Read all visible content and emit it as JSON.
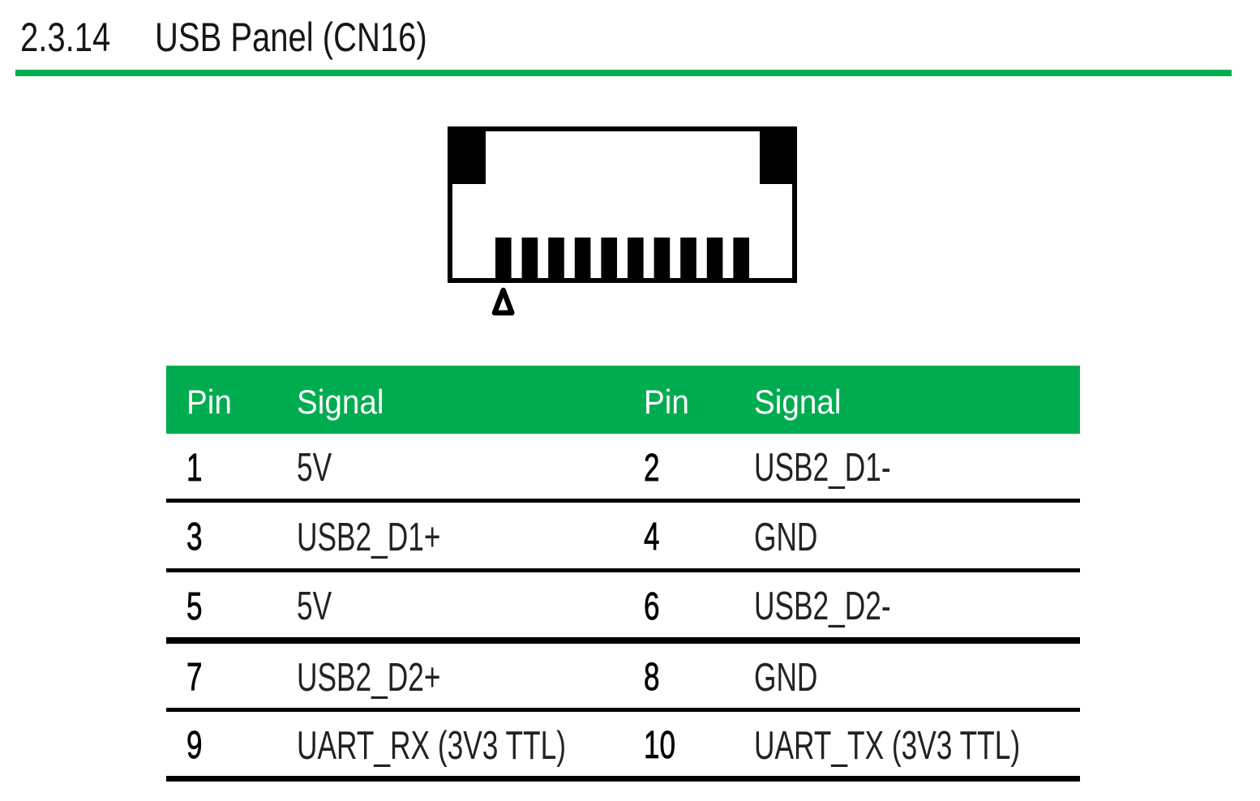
{
  "page": {
    "section_number": "2.3.14",
    "section_title": "USB Panel (CN16)"
  },
  "colors": {
    "accent_green": "#00AC50",
    "line_black": "#000000",
    "header_text": "#ffffff",
    "body_text": "#222222"
  },
  "connector_figure": {
    "name": "usb-panel-connector-drawing",
    "pin_count": 10,
    "orientation_marker": "triangle below pin 1"
  },
  "pin_table": {
    "headers": [
      "Pin",
      "Signal",
      "Pin",
      "Signal"
    ],
    "rows": [
      [
        "1",
        "5V",
        "2",
        "USB2_D1-"
      ],
      [
        "3",
        "USB2_D1+",
        "4",
        "GND"
      ],
      [
        "5",
        "5V",
        "6",
        "USB2_D2-"
      ],
      [
        "7",
        "USB2_D2+",
        "8",
        "GND"
      ],
      [
        "9",
        "UART_RX (3V3 TTL)",
        "10",
        "UART_TX (3V3 TTL)"
      ]
    ]
  }
}
